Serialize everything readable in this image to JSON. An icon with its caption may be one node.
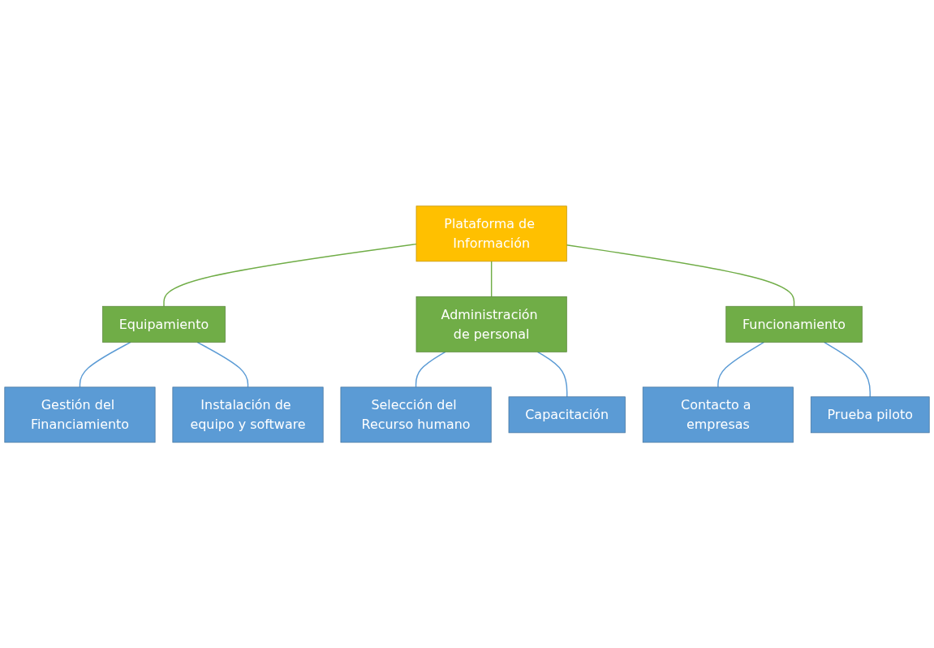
{
  "diagram": {
    "nodes": [
      {
        "text": [
          "Plataforma de Información"
        ]
      },
      {
        "text": [
          "Equipamiento"
        ]
      },
      {
        "text": [
          "Administración de personal"
        ]
      },
      {
        "text": [
          "Funcionamiento"
        ]
      },
      {
        "text": [
          "Gestión del Financiamiento"
        ]
      },
      {
        "text": [
          "Instalación de equipo y software"
        ]
      },
      {
        "text": [
          "Selección del Recurso humano"
        ]
      },
      {
        "text": [
          "Capacitación"
        ]
      },
      {
        "text": [
          "Contacto a empresas"
        ]
      },
      {
        "text": [
          "Prueba piloto"
        ]
      }
    ],
    "edges": [
      {
        "from": 0,
        "to": 1,
        "arrow": "none",
        "color": "#70ad47"
      },
      {
        "from": 0,
        "to": 2,
        "arrow": "none",
        "color": "#70ad47"
      },
      {
        "from": 0,
        "to": 3,
        "arrow": "none",
        "color": "#70ad47"
      },
      {
        "from": 1,
        "to": 4,
        "arrow": "none"
      },
      {
        "from": 1,
        "to": 5,
        "arrow": "none"
      },
      {
        "from": 2,
        "to": 6,
        "arrow": "none"
      },
      {
        "from": 2,
        "to": 7,
        "arrow": "none"
      },
      {
        "from": 3,
        "to": 8,
        "arrow": "none"
      },
      {
        "from": 3,
        "to": 9,
        "arrow": "none"
      }
    ]
  }
}
